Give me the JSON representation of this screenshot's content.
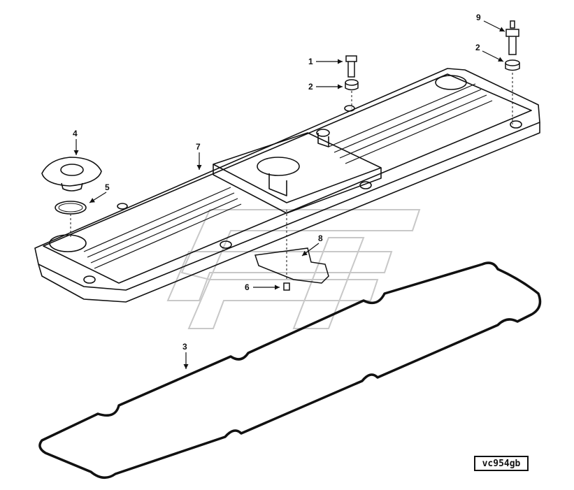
{
  "diagram": {
    "callouts": [
      {
        "id": "c1",
        "label": "1"
      },
      {
        "id": "c2a",
        "label": "2"
      },
      {
        "id": "c2b",
        "label": "2"
      },
      {
        "id": "c3",
        "label": "3"
      },
      {
        "id": "c4",
        "label": "4"
      },
      {
        "id": "c5",
        "label": "5"
      },
      {
        "id": "c6",
        "label": "6"
      },
      {
        "id": "c7",
        "label": "7"
      },
      {
        "id": "c8",
        "label": "8"
      },
      {
        "id": "c9",
        "label": "9"
      }
    ],
    "reference_code": "vc954gb"
  },
  "colors": {
    "line": "#111111",
    "watermark": "#c8c8c8",
    "background": "#ffffff"
  }
}
